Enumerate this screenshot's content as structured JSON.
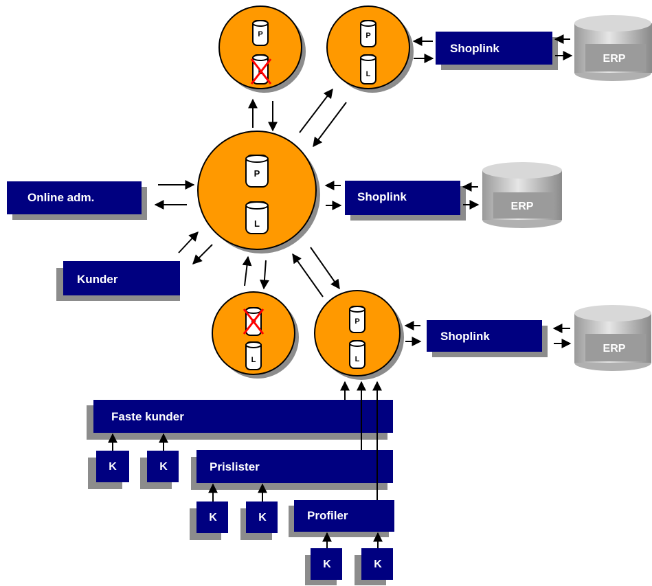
{
  "colors": {
    "box": "#000080",
    "box_shadow": "#8c8c8c",
    "node_fill": "#ff9900",
    "cross": "#ff0000"
  },
  "boxes": {
    "shoplink_top": "Shoplink",
    "shoplink_mid": "Shoplink",
    "shoplink_bottom": "Shoplink",
    "online_adm": "Online adm.",
    "kunder": "Kunder",
    "faste_kunder": "Faste kunder",
    "prislister": "Prislister",
    "profiler": "Profiler"
  },
  "erp": {
    "top": "ERP",
    "mid": "ERP",
    "bottom": "ERP"
  },
  "db_labels": {
    "p": "P",
    "l": "L"
  },
  "k_label": "K"
}
